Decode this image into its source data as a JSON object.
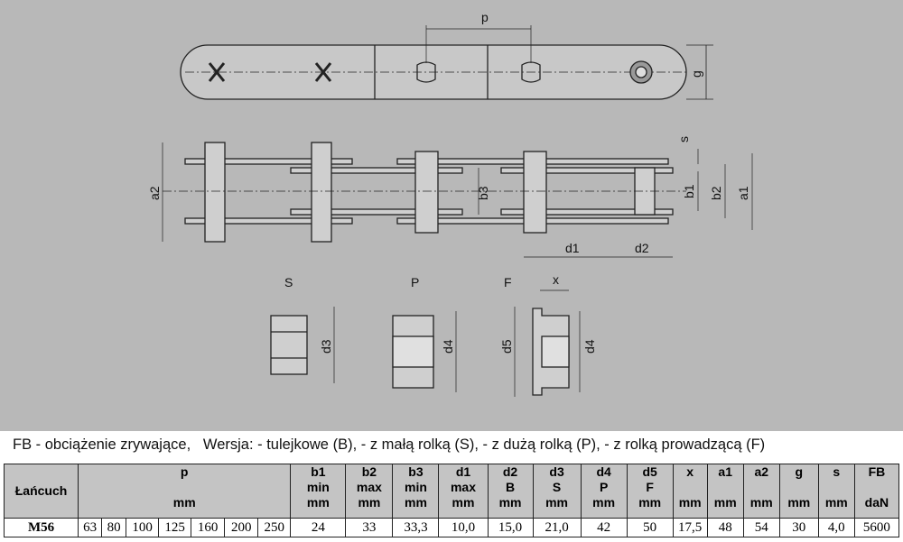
{
  "drawing": {
    "labels": {
      "p": "p",
      "g": "g",
      "s": "s",
      "a2": "a2",
      "b3": "b3",
      "b1": "b1",
      "b2": "b2",
      "a1": "a1",
      "d1": "d1",
      "d2": "d2",
      "S": "S",
      "P": "P",
      "F": "F",
      "x": "x",
      "d3": "d3",
      "d4": "d4",
      "d5": "d5",
      "d4b": "d4"
    }
  },
  "legend": "FB - obciążenie zrywające,   Wersja: - tulejkowe (B), - z małą rolką (S), - z dużą rolką (P), - z rolką prowadzącą (F)",
  "table": {
    "header": {
      "chain": "Łańcuch",
      "p": {
        "top": "p",
        "unit": "mm"
      },
      "cols": [
        {
          "l1": "b1",
          "l2": "min",
          "l3": "mm"
        },
        {
          "l1": "b2",
          "l2": "max",
          "l3": "mm"
        },
        {
          "l1": "b3",
          "l2": "min",
          "l3": "mm"
        },
        {
          "l1": "d1",
          "l2": "max",
          "l3": "mm"
        },
        {
          "l1": "d2",
          "l2": "B",
          "l3": "mm"
        },
        {
          "l1": "d3",
          "l2": "S",
          "l3": "mm"
        },
        {
          "l1": "d4",
          "l2": "P",
          "l3": "mm"
        },
        {
          "l1": "d5",
          "l2": "F",
          "l3": "mm"
        },
        {
          "l1": "x",
          "l2": "",
          "l3": "mm"
        },
        {
          "l1": "a1",
          "l2": "",
          "l3": "mm"
        },
        {
          "l1": "a2",
          "l2": "",
          "l3": "mm"
        },
        {
          "l1": "g",
          "l2": "",
          "l3": "mm"
        },
        {
          "l1": "s",
          "l2": "",
          "l3": "mm"
        },
        {
          "l1": "FB",
          "l2": "",
          "l3": "daN"
        }
      ]
    },
    "row": {
      "chain": "M56",
      "p": [
        "63",
        "80",
        "100",
        "125",
        "160",
        "200",
        "250"
      ],
      "values": [
        "24",
        "33",
        "33,3",
        "10,0",
        "15,0",
        "21,0",
        "42",
        "50",
        "17,5",
        "48",
        "54",
        "30",
        "4,0",
        "5600"
      ]
    }
  }
}
